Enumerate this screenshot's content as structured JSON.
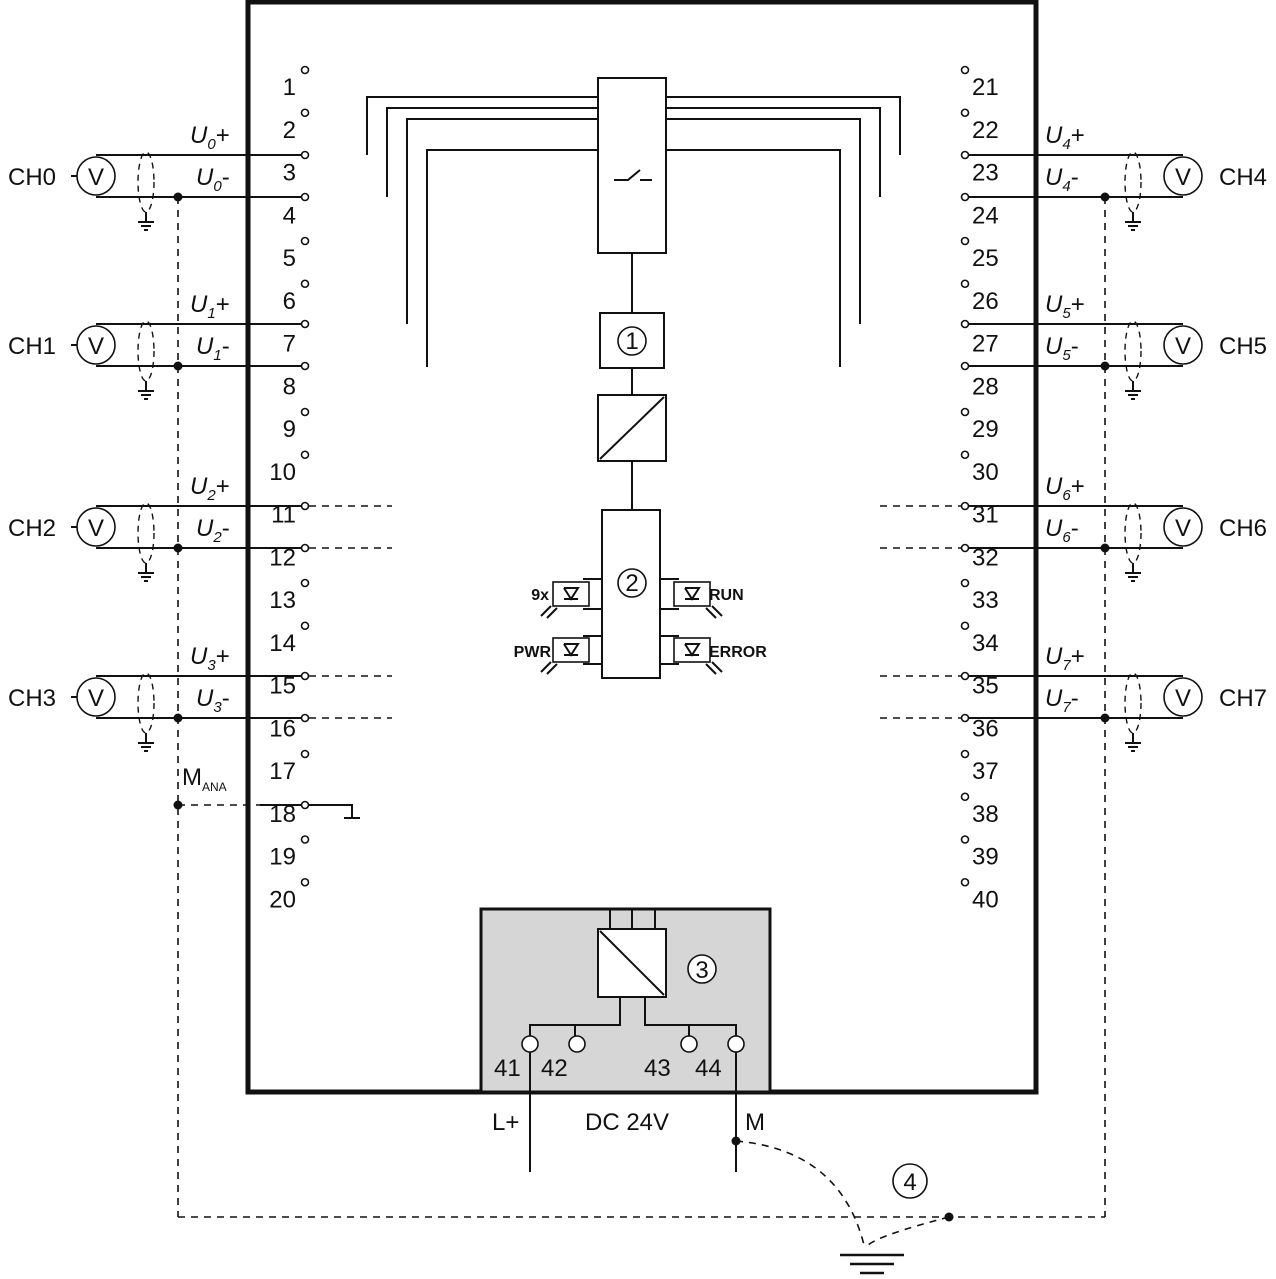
{
  "left_terminals": [
    "1",
    "2",
    "3",
    "4",
    "5",
    "6",
    "7",
    "8",
    "9",
    "10",
    "11",
    "12",
    "13",
    "14",
    "15",
    "16",
    "17",
    "18",
    "19",
    "20"
  ],
  "right_terminals": [
    "21",
    "22",
    "23",
    "24",
    "25",
    "26",
    "27",
    "28",
    "29",
    "30",
    "31",
    "32",
    "33",
    "34",
    "35",
    "36",
    "37",
    "38",
    "39",
    "40"
  ],
  "channels_left": [
    {
      "name": "CH0",
      "idx": "0"
    },
    {
      "name": "CH1",
      "idx": "1"
    },
    {
      "name": "CH2",
      "idx": "2"
    },
    {
      "name": "CH3",
      "idx": "3"
    }
  ],
  "channels_right": [
    {
      "name": "CH4",
      "idx": "4"
    },
    {
      "name": "CH5",
      "idx": "5"
    },
    {
      "name": "CH6",
      "idx": "6"
    },
    {
      "name": "CH7",
      "idx": "7"
    }
  ],
  "voltmeter_symbol": "V",
  "signal_letter": "U",
  "plus": "+",
  "minus": "-",
  "mana": {
    "main": "M",
    "sub": "ANA"
  },
  "callouts": [
    "1",
    "2",
    "3",
    "4"
  ],
  "leds": {
    "count": "9x",
    "run": "RUN",
    "pwr": "PWR",
    "error": "ERROR"
  },
  "power": {
    "terminals": [
      "41",
      "42",
      "43",
      "44"
    ],
    "lplus": "L+",
    "voltage": "DC 24V",
    "m": "M"
  },
  "colors": {
    "line": "#111111",
    "box_fill": "#d6d6d6",
    "background": "#ffffff"
  }
}
